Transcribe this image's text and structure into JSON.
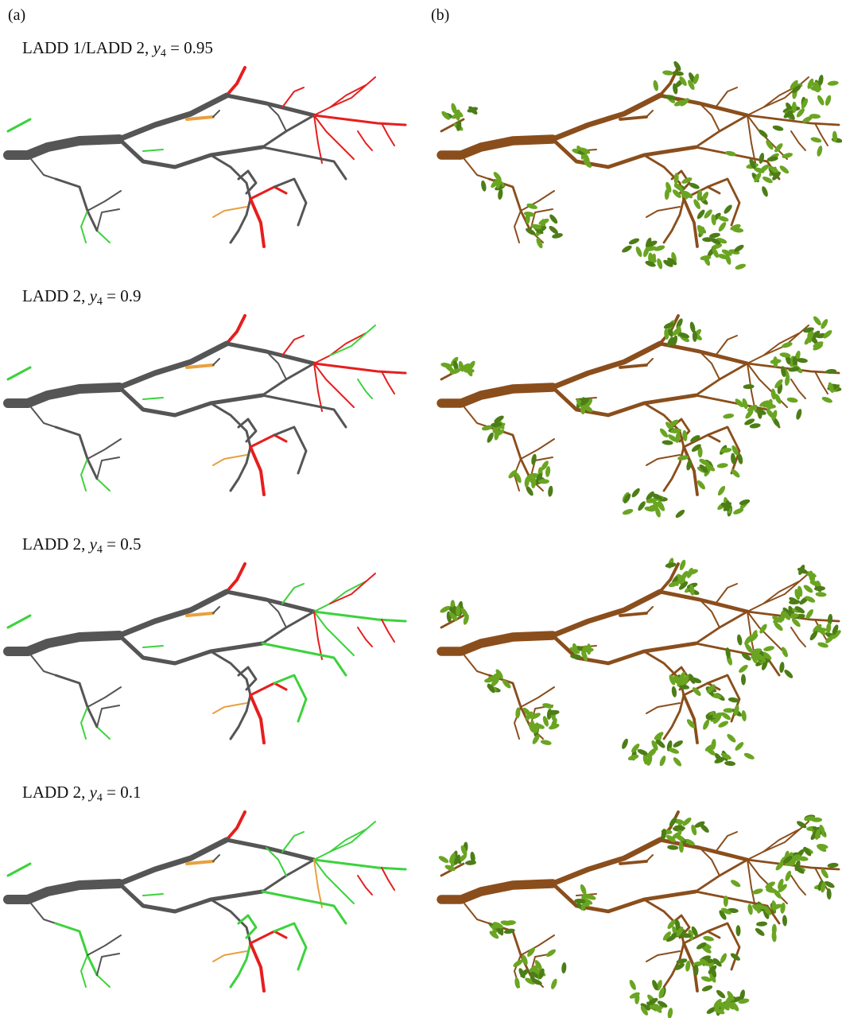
{
  "figure": {
    "panel_a_label": "(a)",
    "panel_b_label": "(b)",
    "rows": [
      {
        "id": "r1",
        "label_prefix": "LADD 1/LADD 2, ",
        "label_var": "y",
        "label_sub": "4",
        "label_value": " = 0.95"
      },
      {
        "id": "r2",
        "label_prefix": "LADD 2, ",
        "label_var": "y",
        "label_sub": "4",
        "label_value": " = 0.9"
      },
      {
        "id": "r3",
        "label_prefix": "LADD 2, ",
        "label_var": "y",
        "label_sub": "4",
        "label_value": " = 0.5"
      },
      {
        "id": "r4",
        "label_prefix": "LADD 2, ",
        "label_var": "y",
        "label_sub": "4",
        "label_value": " = 0.1"
      }
    ]
  },
  "colors": {
    "skeleton": "#555555",
    "active_red": "#e61e1e",
    "active_orange": "#e8a040",
    "active_green": "#3cd23c",
    "branch_brown": "#8a4e1c",
    "leaf_green": "#6aa522",
    "leaf_dark": "#4c7d16"
  }
}
